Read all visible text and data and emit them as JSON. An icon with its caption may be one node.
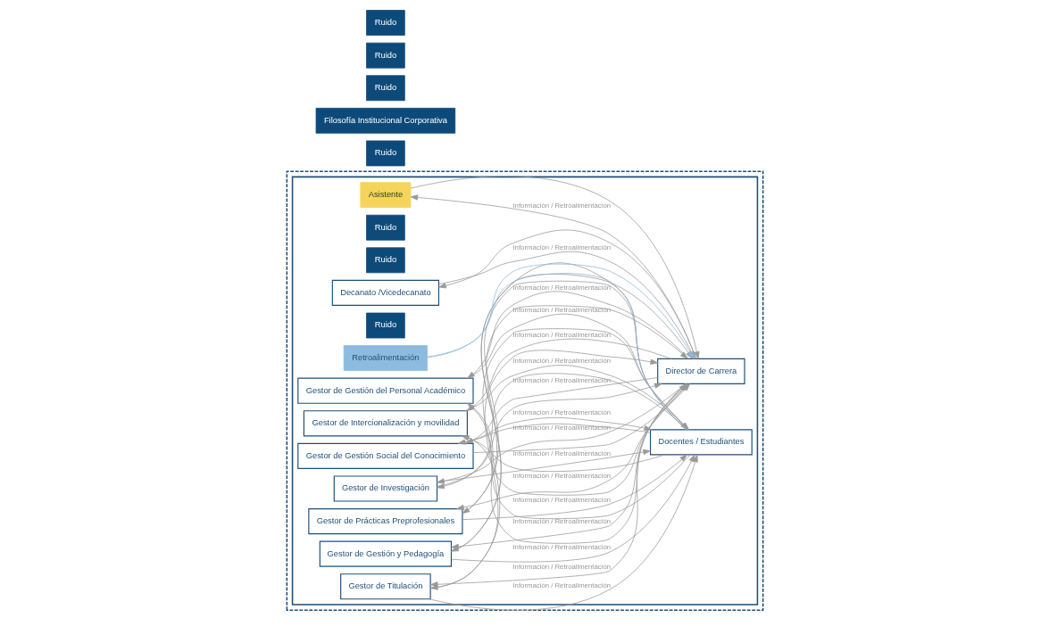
{
  "diagram": {
    "nodes": [
      {
        "text": [],
        "shape": "box"
      },
      {
        "text": [
          "Ruido"
        ]
      },
      {
        "text": [
          "Filosofía Institucional Corporativa"
        ]
      },
      {
        "text": [
          "Ruido"
        ]
      },
      {
        "text": [],
        "shape": "box",
        "in": 0
      },
      {
        "text": [
          "Asistente"
        ],
        "in": 4
      },
      {
        "text": [
          "Ruido"
        ],
        "in": 4
      },
      {
        "text": [
          "Ruido"
        ],
        "in": 4
      },
      {
        "text": [
          "Decanato /Vicedecanato"
        ],
        "in": 4
      },
      {
        "text": [
          "Ruido"
        ],
        "in": 4
      },
      {
        "text": [
          "Director de Carrera"
        ],
        "in": 4
      },
      {
        "text": [
          "Gestor de Gestión y Pedagogía"
        ],
        "in": 4
      },
      {
        "text": [
          "Gestor de Prácticas Preprofesionales"
        ],
        "in": 4
      },
      {
        "text": [
          "Gestor de Titulación"
        ],
        "in": 4
      },
      {
        "text": [
          "Gestor de Investigación"
        ],
        "in": 4
      },
      {
        "text": [
          "Gestor de Gestión Social del Conocimiento"
        ],
        "in": 4
      },
      {
        "text": [
          "Gestor de Intercionalización y movilidad"
        ],
        "in": 4
      },
      {
        "text": [
          "Gestor de Gestión del Personal Académico"
        ],
        "in": 4
      },
      {
        "text": [
          "Docentes / Estudiantes"
        ],
        "in": 4
      },
      {
        "text": [
          "Retroalimentación"
        ],
        "in": 4
      },
      {
        "text": [
          "Ruido"
        ]
      },
      {
        "text": [
          "Ruido"
        ]
      }
    ],
    "edges": [
      {
        "from": 10,
        "to": 5,
        "arrow": "to",
        "label": "Información / Retroalimentación"
      },
      {
        "from": 5,
        "to": 10,
        "arrow": "to"
      },
      {
        "from": 8,
        "to": 10,
        "arrow": "to",
        "label": "Información / Retroalimentación"
      },
      {
        "from": 10,
        "to": 8,
        "arrow": "to"
      },
      {
        "from": 10,
        "to": 11,
        "arrow": "to",
        "label": "Información / Retroalimentación"
      },
      {
        "from": 11,
        "to": 10,
        "arrow": "to"
      },
      {
        "from": 10,
        "to": 12,
        "arrow": "to",
        "label": "Información / Retroalimentación"
      },
      {
        "from": 12,
        "to": 10,
        "arrow": "to"
      },
      {
        "from": 10,
        "to": 13,
        "arrow": "to",
        "label": "Información / Retroalimentación"
      },
      {
        "from": 13,
        "to": 10,
        "arrow": "to"
      },
      {
        "from": 10,
        "to": 14,
        "arrow": "to",
        "label": "Información / Retroalimentación"
      },
      {
        "from": 14,
        "to": 10,
        "arrow": "to"
      },
      {
        "from": 10,
        "to": 15,
        "arrow": "to",
        "label": "Información / Retroalimentación"
      },
      {
        "from": 15,
        "to": 10,
        "arrow": "to"
      },
      {
        "from": 10,
        "to": 16,
        "arrow": "to",
        "label": "Información / Retroalimentación"
      },
      {
        "from": 16,
        "to": 10,
        "arrow": "to"
      },
      {
        "from": 10,
        "to": 17,
        "arrow": "to",
        "label": "Información / Retroalimentación"
      },
      {
        "from": 17,
        "to": 10,
        "arrow": "to"
      },
      {
        "from": 11,
        "to": 18,
        "arrow": "to",
        "label": "Información / Retroalimentación"
      },
      {
        "from": 18,
        "to": 11,
        "arrow": "to"
      },
      {
        "from": 12,
        "to": 18,
        "arrow": "to",
        "label": "Información / Retroalimentación"
      },
      {
        "from": 18,
        "to": 12,
        "arrow": "to"
      },
      {
        "from": 13,
        "to": 18,
        "arrow": "to",
        "label": "Información / Retroalimentación"
      },
      {
        "from": 18,
        "to": 13,
        "arrow": "to"
      },
      {
        "from": 14,
        "to": 18,
        "arrow": "to",
        "label": "Información / Retroalimentación"
      },
      {
        "from": 18,
        "to": 14,
        "arrow": "to"
      },
      {
        "from": 15,
        "to": 18,
        "arrow": "to",
        "label": "Información / Retroalimentación"
      },
      {
        "from": 18,
        "to": 15,
        "arrow": "to"
      },
      {
        "from": 16,
        "to": 18,
        "arrow": "to",
        "label": "Información / Retroalimentación"
      },
      {
        "from": 18,
        "to": 16,
        "arrow": "to"
      },
      {
        "from": 17,
        "to": 18,
        "arrow": "to",
        "label": "Información / Retroalimentación"
      },
      {
        "from": 18,
        "to": 17,
        "arrow": "to"
      },
      {
        "from": 18,
        "to": 19,
        "arrow": "none",
        "color": "#8fb8dc"
      },
      {
        "from": 19,
        "to": 10,
        "arrow": "to",
        "color": "#8fb8dc"
      }
    ]
  }
}
